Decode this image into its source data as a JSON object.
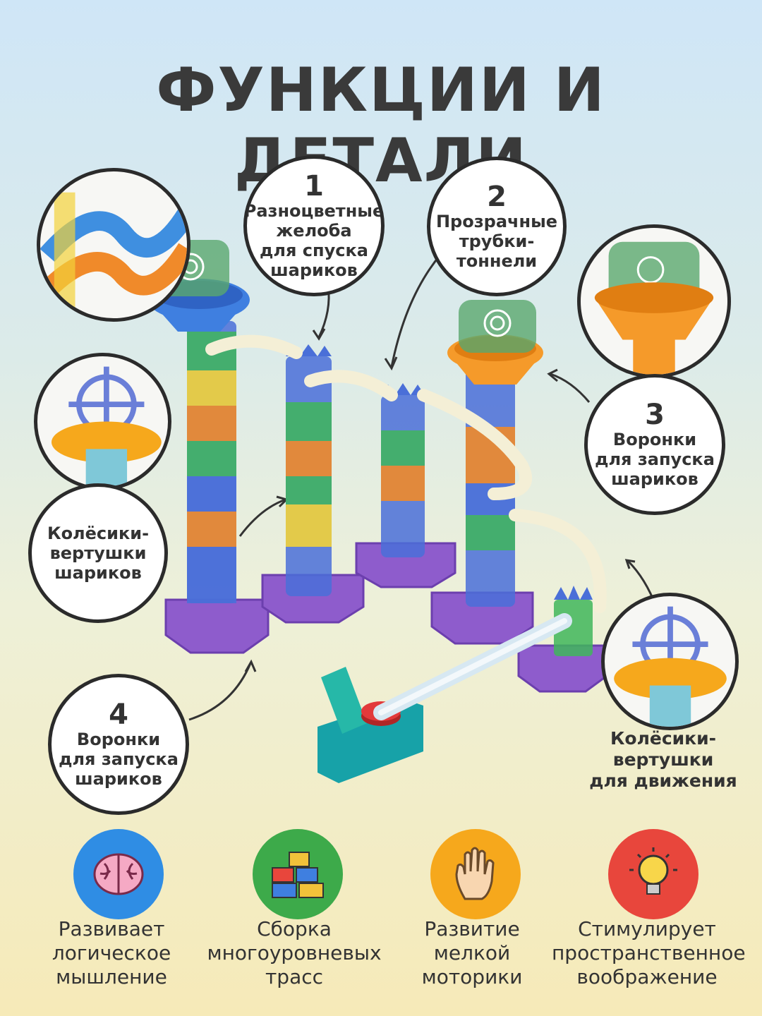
{
  "title": "ФУНКЦИИ И ДЕТАЛИ",
  "callouts": [
    {
      "num": "1",
      "lines": [
        "Разноцветные",
        "желоба",
        "для спуска",
        "шариков"
      ]
    },
    {
      "num": "2",
      "lines": [
        "Прозрачные",
        "трубки-",
        "тоннели"
      ]
    },
    {
      "num": "3",
      "lines": [
        "Воронки",
        "для запуска",
        "шариков"
      ]
    },
    {
      "num": "4",
      "lines": [
        "Воронки",
        "для запуска",
        "шариков"
      ]
    },
    {
      "num": "",
      "lines": [
        "Колёсики-",
        "вертушки",
        "шариков"
      ]
    }
  ],
  "side_label": {
    "lines": [
      "Колёсики-",
      "вертушки",
      "для движения"
    ]
  },
  "features": [
    {
      "icon": "brain-icon",
      "color": "#2f8de4",
      "lines": [
        "Развивает",
        "логическое",
        "мышление"
      ]
    },
    {
      "icon": "blocks-icon",
      "color": "#3daa4a",
      "lines": [
        "Сборка",
        "многоуровневых",
        "трасс"
      ]
    },
    {
      "icon": "hand-icon",
      "color": "#f6a81c",
      "lines": [
        "Развитие",
        "мелкой",
        "моторики"
      ]
    },
    {
      "icon": "lightbulb-icon",
      "color": "#e8463c",
      "lines": [
        "Стимулирует",
        "пространственное",
        "воображение"
      ]
    }
  ],
  "colors": {
    "tube_blue": "#4a6fd8",
    "tube_green": "#3fb65a",
    "tube_yellow": "#f2d23a",
    "tube_orange": "#f08a2a",
    "base_purple": "#8e5ccc",
    "funnel_blue": "#3f7fe0",
    "funnel_orange": "#f59a2a",
    "launcher_teal": "#17a2a8",
    "button_red": "#e23a3a"
  }
}
